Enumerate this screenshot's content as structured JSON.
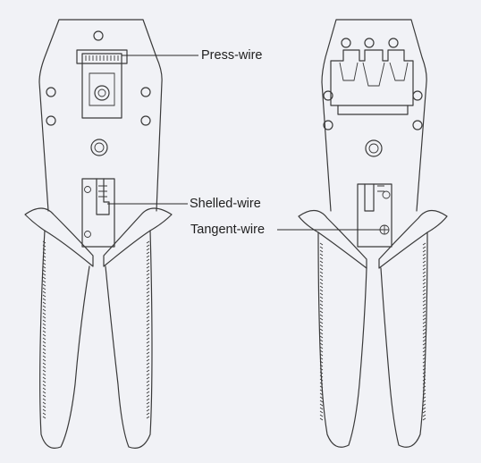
{
  "labels": {
    "press_wire": "Press-wire",
    "shelled_wire": "Shelled-wire",
    "tangent_wire": "Tangent-wire"
  },
  "colors": {
    "background": "#f1f2f6",
    "line": "#3a3a3a"
  }
}
